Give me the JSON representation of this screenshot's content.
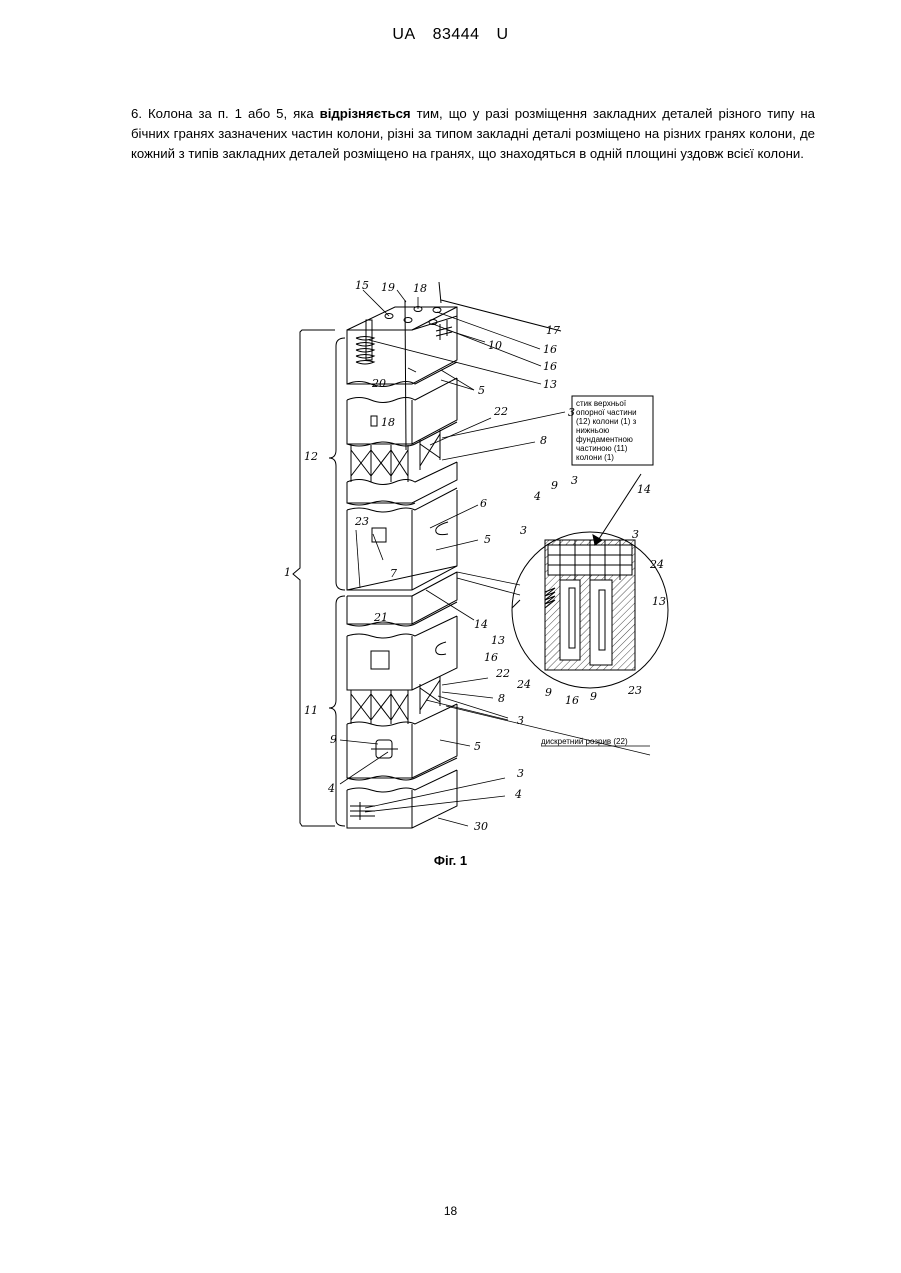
{
  "header": {
    "country": "UA",
    "number": "83444",
    "kind": "U"
  },
  "claim": {
    "before": "6. Колона за п. 1 або 5, яка ",
    "bold": "відрізняється",
    "after": " тим, що у разі розміщення закладних деталей різного типу на бічних гранях зазначених частин колони, різні за типом закладні деталі розміщено на різних гранях колони, де кожний з типів закладних деталей розміщено на гранях, що знаходяться в одній площині уздовж всієї колони."
  },
  "figure": {
    "labels": {
      "l15": "15",
      "l19": "19",
      "l18top": "18",
      "l17": "17",
      "l10": "10",
      "l16a": "16",
      "l16b": "16",
      "l13a": "13",
      "l20": "20",
      "l5a": "5",
      "l22a": "22",
      "l3a": "3",
      "l18": "18",
      "l8a": "8",
      "l12": "12",
      "l6": "6",
      "l23a": "23",
      "l5b": "5",
      "l7": "7",
      "l1": "1",
      "l21": "21",
      "l14a": "14",
      "l22b": "22",
      "l8b": "8",
      "l11": "11",
      "l3b": "3",
      "l9a": "9",
      "l5c": "5",
      "l4a": "4",
      "l3c": "3",
      "l4b": "4",
      "l30": "30",
      "d4": "4",
      "d9top": "9",
      "d3top": "3",
      "d14": "14",
      "d3left": "3",
      "d3right": "3",
      "d24right": "24",
      "d13right": "13",
      "d13left": "13",
      "d16left": "16",
      "d24bottom": "24",
      "d9bl": "9",
      "d16b": "16",
      "d9br": "9",
      "d23": "23"
    },
    "note_lines": [
      "стик верхньої",
      "опорної частини",
      "(12) колони (1) з",
      "нижньою",
      "фундаментною",
      "частиною (11)",
      "колони (1)"
    ],
    "gap_note": "дискретний розрив (22)"
  },
  "caption": "Фіг. 1",
  "page_number": "18"
}
